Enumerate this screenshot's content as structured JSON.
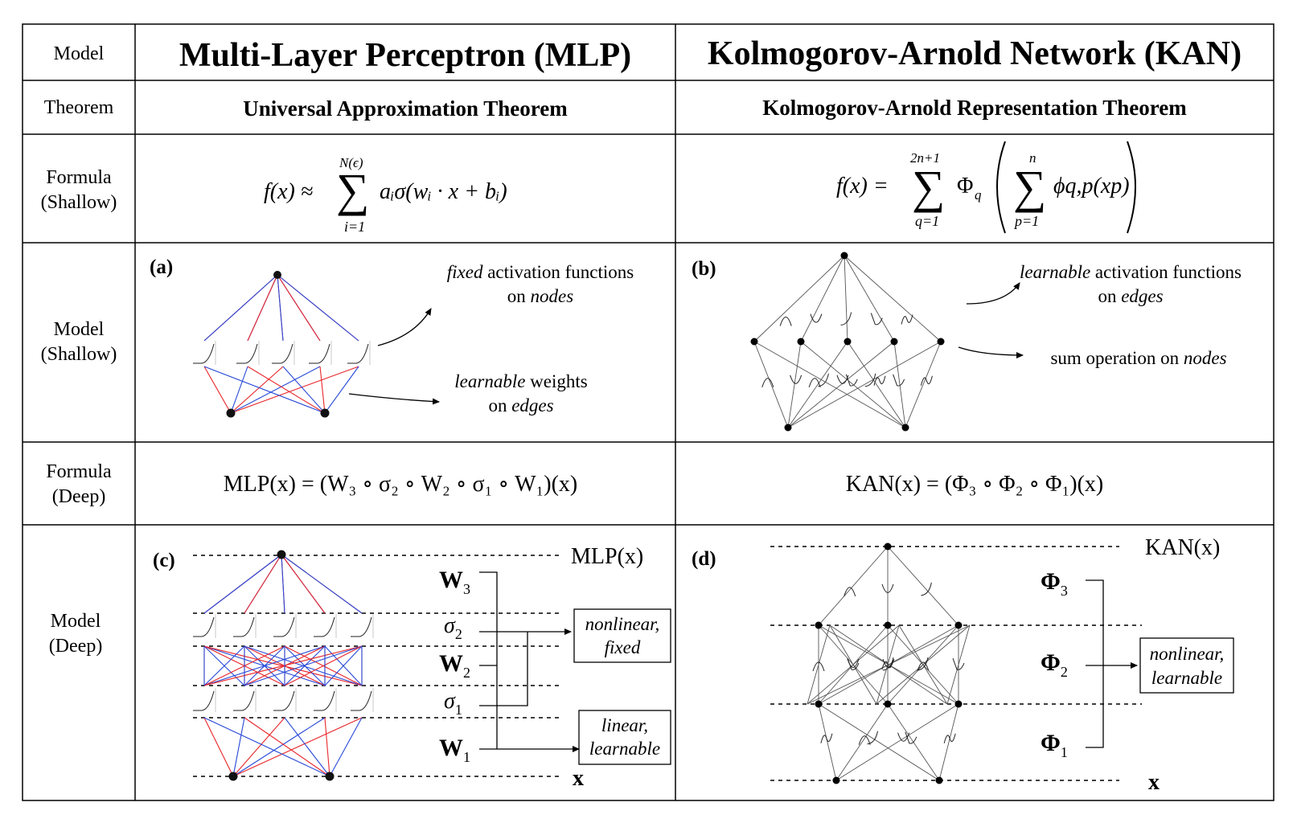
{
  "header": {
    "model_label": "Model",
    "mlp_title": "Multi-Layer Perceptron (MLP)",
    "kan_title": "Kolmogorov-Arnold Network (KAN)"
  },
  "theorem": {
    "label": "Theorem",
    "mlp": "Universal Approximation Theorem",
    "kan": "Kolmogorov-Arnold Representation Theorem"
  },
  "formula_shallow": {
    "label_line1": "Formula",
    "label_line2": "(Shallow)",
    "mlp_lhs": "f(x) ≈",
    "mlp_sum_top": "N(ϵ)",
    "mlp_sum_bottom": "i=1",
    "mlp_rhs": "aᵢσ(wᵢ · x + bᵢ)",
    "kan_lhs": "f(x) =",
    "kan_sum_top": "2n+1",
    "kan_sum_bottom": "q=1",
    "kan_outer": "Φ",
    "kan_outer_sub": "q",
    "kan_inner_sum_top": "n",
    "kan_inner_sum_bottom": "p=1",
    "kan_inner": "ϕq,p(xp)"
  },
  "model_shallow": {
    "label_line1": "Model",
    "label_line2": "(Shallow)",
    "panel_a": "(a)",
    "panel_b": "(b)",
    "mlp_ann1_line1_italic": "fixed",
    "mlp_ann1_line1_rest": " activation functions",
    "mlp_ann1_line2_pre": "on ",
    "mlp_ann1_line2_italic": "nodes",
    "mlp_ann2_line1_italic": "learnable",
    "mlp_ann2_line1_rest": " weights",
    "mlp_ann2_line2_pre": "on ",
    "mlp_ann2_line2_italic": "edges",
    "kan_ann1_line1_italic": "learnable",
    "kan_ann1_line1_rest": " activation functions",
    "kan_ann1_line2_pre": "on ",
    "kan_ann1_line2_italic": "edges",
    "kan_ann2_pre": "sum operation on ",
    "kan_ann2_italic": "nodes"
  },
  "formula_deep": {
    "label_line1": "Formula",
    "label_line2": "(Deep)",
    "mlp": "MLP(x) = (W₃ ∘ σ₂ ∘ W₂ ∘ σ₁ ∘ W₁)(x)",
    "kan": "KAN(x) = (Φ₃ ∘ Φ₂ ∘ Φ₁)(x)"
  },
  "model_deep": {
    "label_line1": "Model",
    "label_line2": "(Deep)",
    "panel_c": "(c)",
    "panel_d": "(d)",
    "mlp_output": "MLP(x)",
    "mlp_input": "x",
    "w3": "W",
    "w3_sub": "3",
    "sigma2": "σ",
    "sigma2_sub": "2",
    "w2": "W",
    "w2_sub": "2",
    "sigma1": "σ",
    "sigma1_sub": "1",
    "w1": "W",
    "w1_sub": "1",
    "box_nonlinear_fixed_line1": "nonlinear,",
    "box_nonlinear_fixed_line2": "fixed",
    "box_linear_learnable_line1": "linear,",
    "box_linear_learnable_line2": "learnable",
    "kan_output": "KAN(x)",
    "kan_input": "x",
    "phi3": "Φ",
    "phi3_sub": "3",
    "phi2": "Φ",
    "phi2_sub": "2",
    "phi1": "Φ",
    "phi1_sub": "1",
    "box_nonlinear_learnable_line1": "nonlinear,",
    "box_nonlinear_learnable_line2": "learnable"
  }
}
